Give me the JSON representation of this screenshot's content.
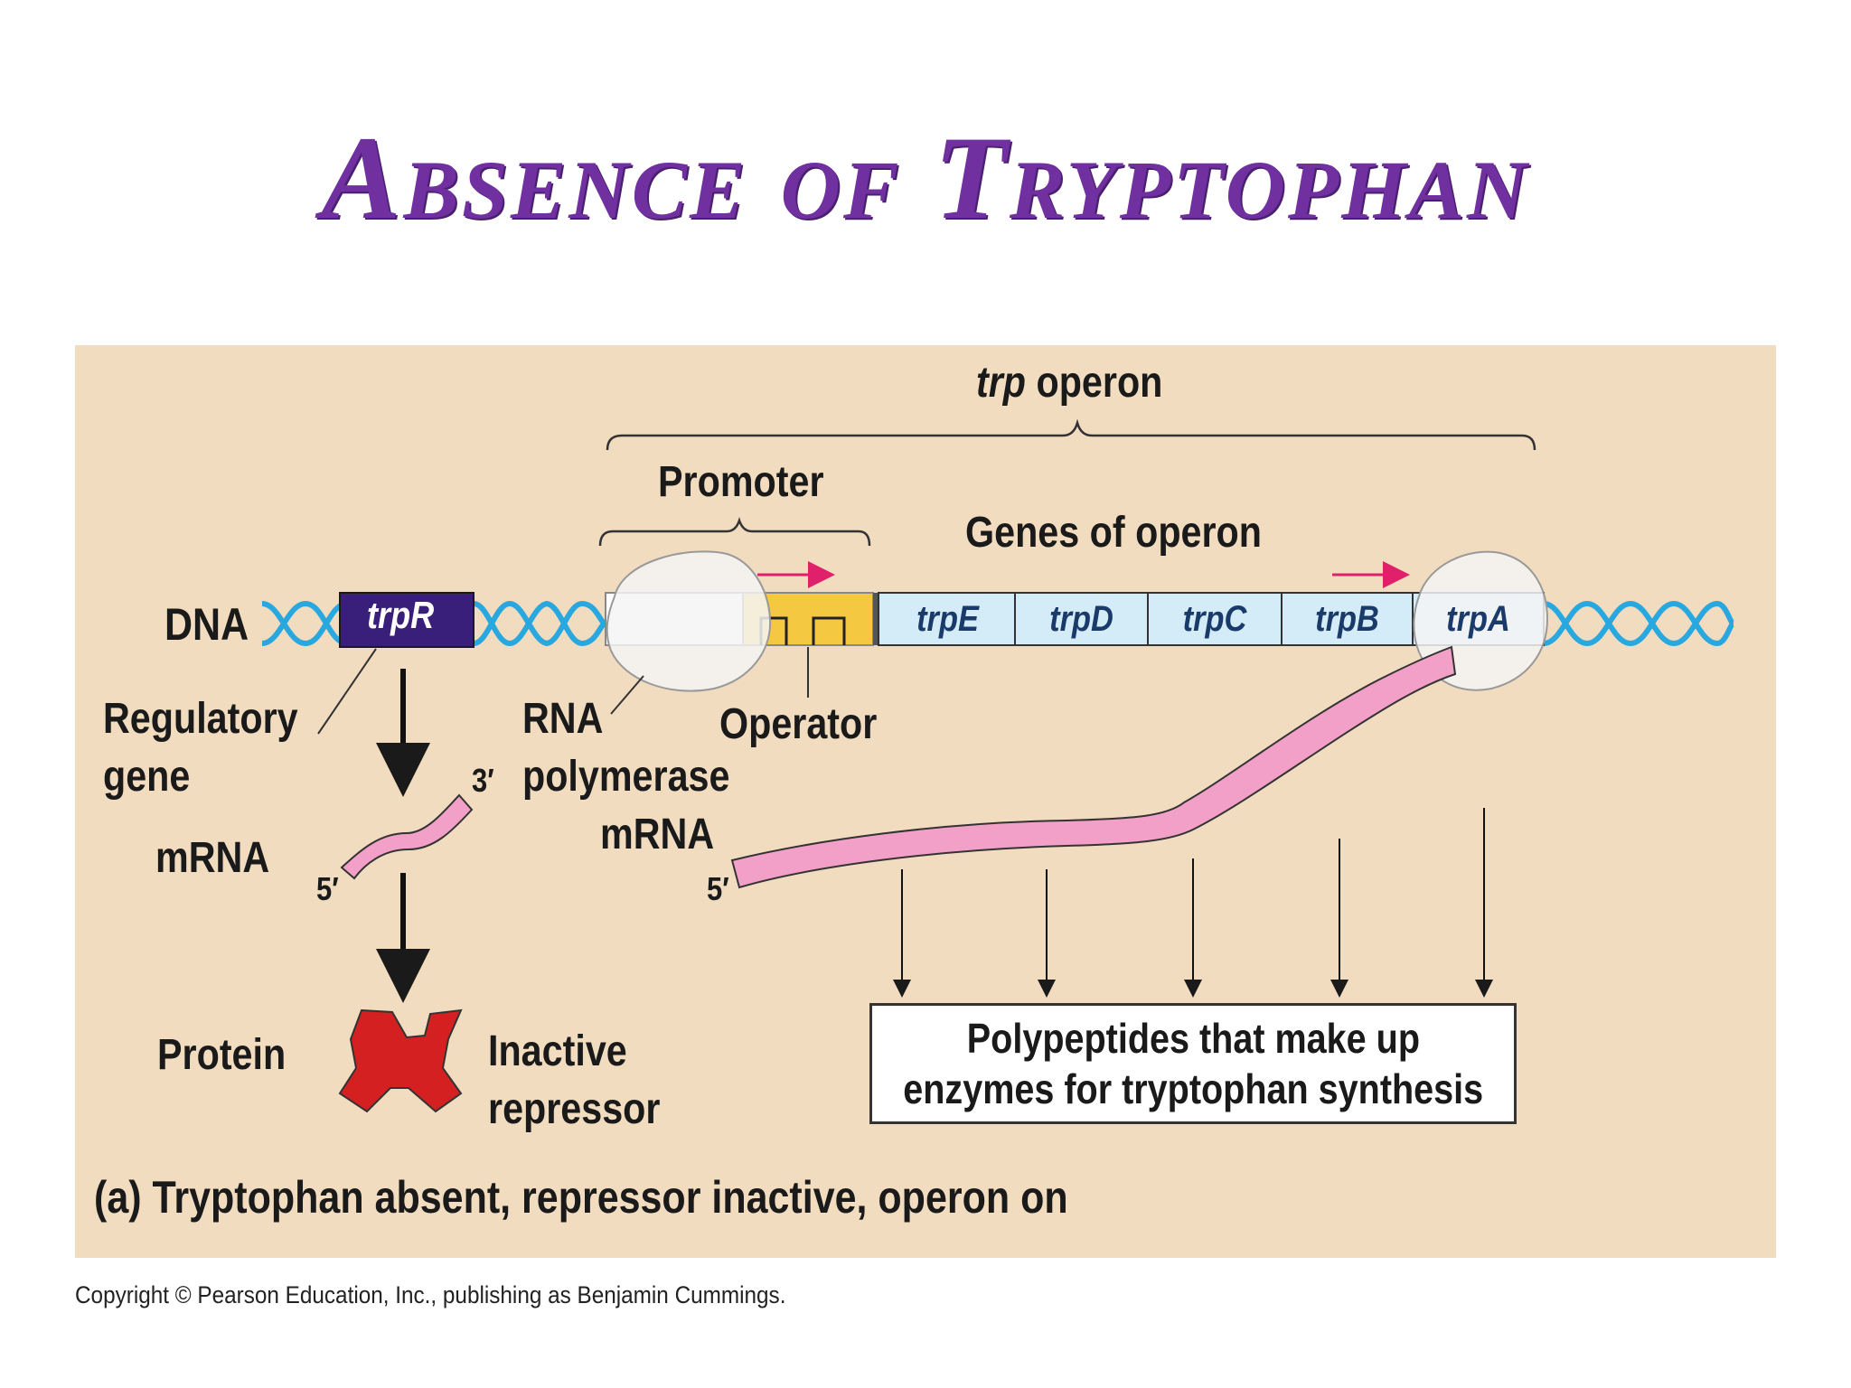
{
  "slide": {
    "title": "Absence of Tryptophan"
  },
  "diagram": {
    "operon_label_italic": "trp",
    "operon_label_rest": " operon",
    "promoter_label": "Promoter",
    "genes_label": "Genes of operon",
    "dna_label": "DNA",
    "regulatory_gene_name": "trpR",
    "regulatory_label_line1": "Regulatory",
    "regulatory_label_line2": "gene",
    "rna_polymerase_line1": "RNA",
    "rna_polymerase_line2": "polymerase",
    "operator_label": "Operator",
    "mrna_left_label": "mRNA",
    "mrna_right_label": "mRNA",
    "three_prime": "3′",
    "five_prime_left": "5′",
    "five_prime_right": "5′",
    "protein_label": "Protein",
    "inactive_repressor_line1": "Inactive",
    "inactive_repressor_line2": "repressor",
    "genes": [
      "trpE",
      "trpD",
      "trpC",
      "trpB",
      "trpA"
    ],
    "polypeptides_line1": "Polypeptides that make up",
    "polypeptides_line2": "enzymes for tryptophan synthesis",
    "caption": "(a) Tryptophan absent, repressor inactive, operon on",
    "colors": {
      "panel_bg": "#f2dcc0",
      "dna_helix": "#29a8e0",
      "regulatory_gene": "#3a1f7a",
      "operator": "#f5c842",
      "genes_fill": "#d4ecf7",
      "mrna": "#f2a0c8",
      "repressor": "#d42020",
      "transcription_arrow": "#e0206a",
      "title": "#7030a0"
    }
  },
  "footer": {
    "copyright": "Copyright © Pearson Education, Inc., publishing as Benjamin Cummings."
  }
}
